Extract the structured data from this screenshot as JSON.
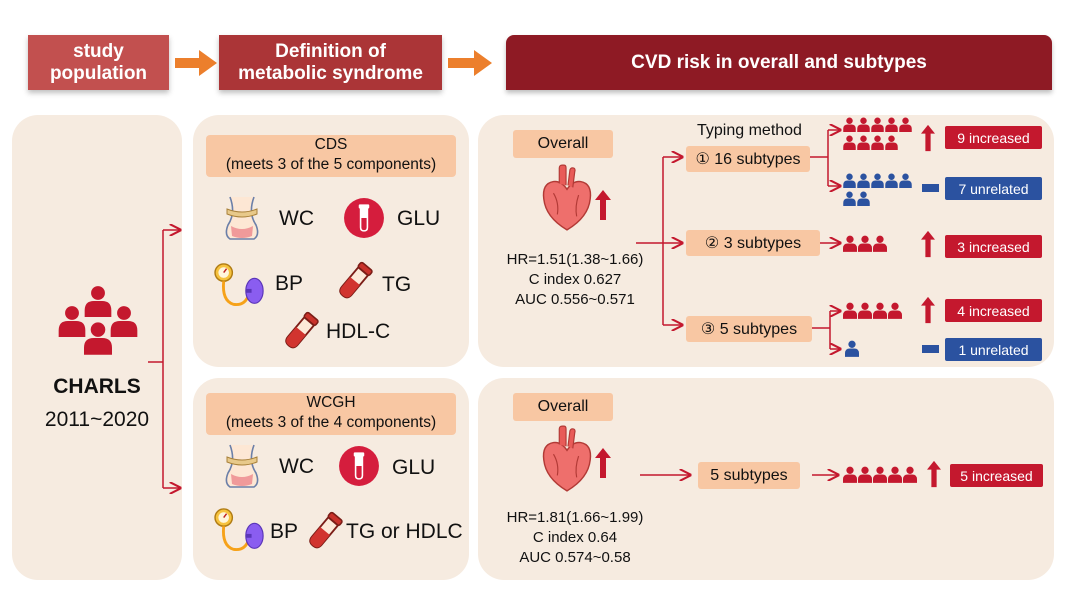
{
  "header": {
    "step1": "study\npopulation",
    "step2": "Definition of\nmetabolic syndrome",
    "step3": "CVD risk in overall and subtypes"
  },
  "population": {
    "name": "CHARLS",
    "years": "2011~2020"
  },
  "cds": {
    "title": "CDS",
    "subtitle": "(meets 3 of the 5 components)",
    "components": [
      "WC",
      "GLU",
      "BP",
      "TG",
      "HDL-C"
    ]
  },
  "wcgh": {
    "title": "WCGH",
    "subtitle": "(meets 3 of the 4 components)",
    "components": [
      "WC",
      "GLU",
      "BP",
      "TG or HDLC"
    ]
  },
  "cds_risk": {
    "overall_label": "Overall",
    "hr": "HR=1.51(1.38~1.66)",
    "cindex": "C index 0.627",
    "auc": "AUC 0.556~0.571",
    "typing_label": "Typing method",
    "methods": [
      "① 16 subtypes",
      "② 3 subtypes",
      "③ 5 subtypes"
    ],
    "outcomes": [
      "9 increased",
      "7 unrelated",
      "3 increased",
      "4 increased",
      "1 unrelated"
    ]
  },
  "wcgh_risk": {
    "overall_label": "Overall",
    "hr": "HR=1.81(1.66~1.99)",
    "cindex": "C index 0.64",
    "auc": "AUC 0.574~0.58",
    "method": "5 subtypes",
    "outcome": "5 increased"
  },
  "colors": {
    "red": "#c4182e",
    "blue": "#2b52a0",
    "panel": "#f6ebe0",
    "pill": "#f8c7a3",
    "header_dark": "#8e1a24"
  }
}
